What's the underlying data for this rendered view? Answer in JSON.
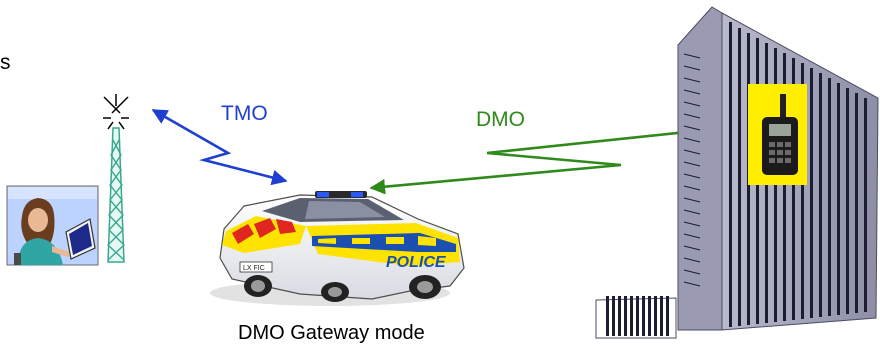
{
  "labels": {
    "partial_left": "s",
    "tmo": "TMO",
    "dmo": "DMO",
    "caption": "DMO Gateway mode"
  },
  "vehicle": {
    "door_text": "POLICE",
    "plate": "LX FIC"
  },
  "colors": {
    "tmo_link": "#1f3fd0",
    "dmo_link": "#2f8a1b",
    "radio_highlight": "#ffee00",
    "building": "#8d8ea6",
    "mast": "#7fd7c4"
  },
  "icons": [
    "radio-mast-icon",
    "dispatcher-icon",
    "police-car-icon",
    "building-icon",
    "handheld-radio-icon"
  ]
}
